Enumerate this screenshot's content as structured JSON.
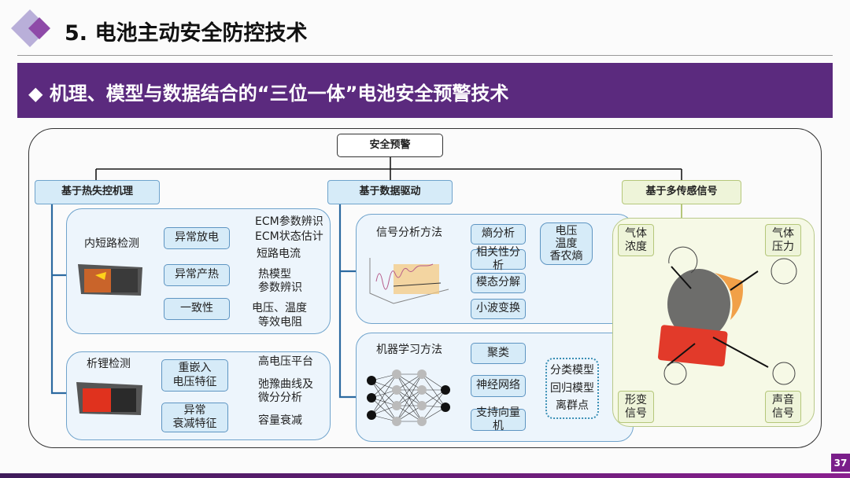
{
  "header": {
    "title": "5. 电池主动安全防控技术",
    "banner": "◆ 机理、模型与数据结合的“三位一体”电池安全预警技术",
    "page_number": "37"
  },
  "colors": {
    "purple": "#5b2a7e",
    "blue_line": "#2c6aa0",
    "panel_blue": "#edf5fc",
    "panel_green": "#f6f9e6"
  },
  "diagram": {
    "root": "安全预警",
    "categories": [
      "基于热失控机理",
      "基于数据驱动",
      "基于多传感信号"
    ],
    "thermal": {
      "short_circuit": {
        "title": "内短路检测",
        "items": [
          "异常放电",
          "异常产热",
          "一致性"
        ],
        "details": [
          "ECM参数辨识",
          "ECM状态估计",
          "短路电流",
          "热模型",
          "参数辨识",
          "电压、温度",
          "等效电阻"
        ]
      },
      "lithium_plating": {
        "title": "析锂检测",
        "items": [
          "重嵌入\n电压特征",
          "异常\n衰减特征"
        ],
        "details": [
          "高电压平台",
          "弛豫曲线及",
          "微分分析",
          "容量衰减"
        ]
      }
    },
    "data": {
      "signal": {
        "title": "信号分析方法",
        "items": [
          "熵分析",
          "相关性分析",
          "模态分解",
          "小波变换"
        ],
        "result": "电压\n温度\n香农熵"
      },
      "ml": {
        "title": "机器学习方法",
        "items": [
          "聚类",
          "神经网络",
          "支持向量机"
        ],
        "results": [
          "分类模型",
          "回归模型",
          "离群点"
        ]
      }
    },
    "sensors": {
      "items": [
        "气体\n浓度",
        "气体\n压力",
        "形变\n信号",
        "声音\n信号"
      ]
    }
  }
}
